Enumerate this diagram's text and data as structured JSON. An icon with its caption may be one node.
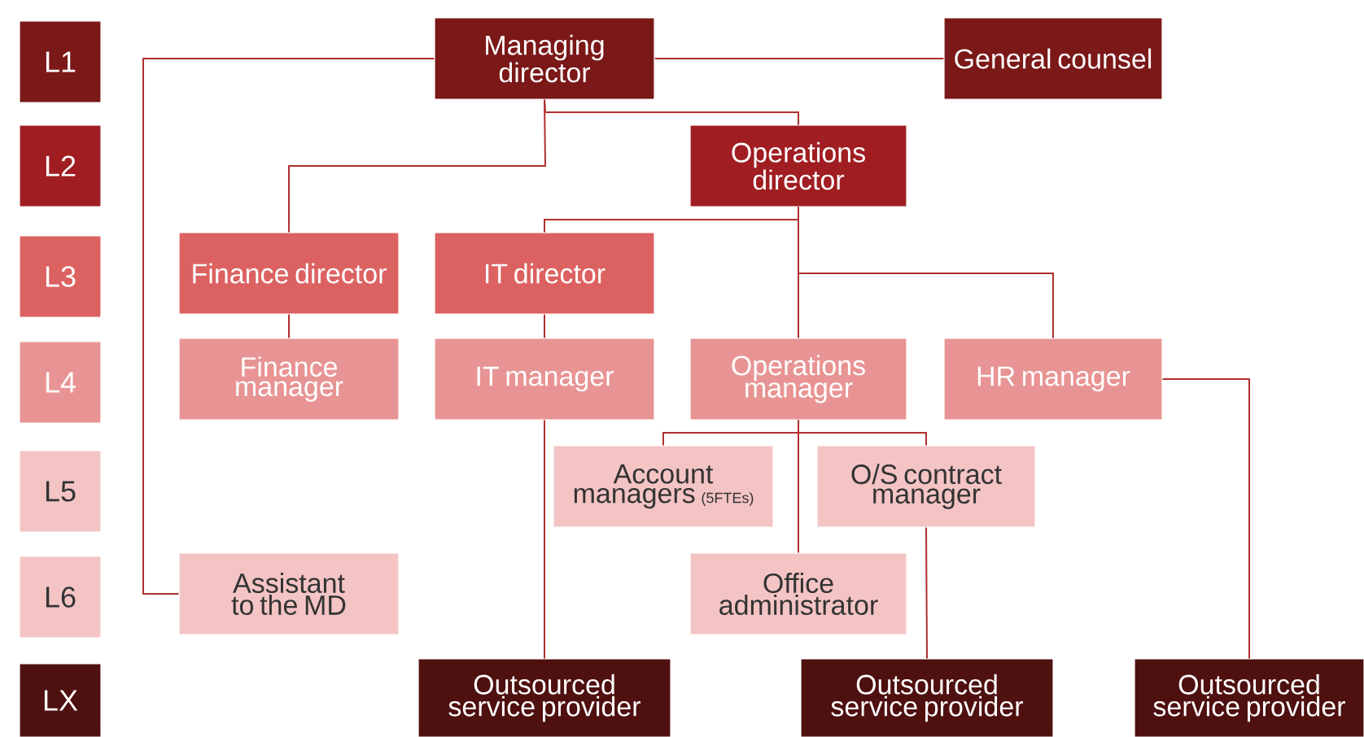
{
  "diagram": {
    "nodes": [
      {
        "text": [
          "L1"
        ]
      },
      {
        "text": [
          "Managing director"
        ]
      },
      {
        "text": [
          "General counsel"
        ]
      },
      {
        "text": [
          "L2"
        ]
      },
      {
        "text": [
          "Operations director"
        ]
      },
      {
        "text": [
          "L3"
        ]
      },
      {
        "text": [
          "Finance director"
        ]
      },
      {
        "text": [
          "IT director"
        ]
      },
      {
        "text": [
          "L4"
        ]
      },
      {
        "text": [
          "Finance manager"
        ]
      },
      {
        "text": [
          "IT manager"
        ]
      },
      {
        "text": [
          "Operations manager"
        ]
      },
      {
        "text": [
          "HR manager"
        ]
      },
      {
        "text": [
          "L5"
        ]
      },
      {
        "text": [
          "Account managers",
          "(5FTEs)"
        ]
      },
      {
        "text": [
          "O/S contract manager"
        ]
      },
      {
        "text": [
          "L6"
        ]
      },
      {
        "text": [
          "Assistant to the MD"
        ]
      },
      {
        "text": [
          "Office administrator"
        ]
      },
      {
        "text": [
          "LX"
        ]
      },
      {
        "text": [
          "Outsourced service provider"
        ]
      },
      {
        "text": [
          "Outsourced service provider"
        ]
      },
      {
        "text": [
          "Outsourced service provider"
        ]
      }
    ],
    "edges": [
      {
        "from": 1,
        "to": 2,
        "arrow": "none"
      },
      {
        "from": 1,
        "to": 4,
        "arrow": "none"
      },
      {
        "from": 1,
        "to": 6,
        "arrow": "none"
      },
      {
        "from": 1,
        "to": 17,
        "arrow": "none"
      },
      {
        "from": 4,
        "to": 7,
        "arrow": "none"
      },
      {
        "from": 4,
        "to": 11,
        "arrow": "none"
      },
      {
        "from": 4,
        "to": 12,
        "arrow": "none"
      },
      {
        "from": 6,
        "to": 9,
        "arrow": "none"
      },
      {
        "from": 7,
        "to": 10,
        "arrow": "none"
      },
      {
        "from": 11,
        "to": 14,
        "arrow": "none"
      },
      {
        "from": 11,
        "to": 15,
        "arrow": "none"
      },
      {
        "from": 11,
        "to": 18,
        "arrow": "none"
      },
      {
        "from": 10,
        "to": 20,
        "arrow": "none"
      },
      {
        "from": 15,
        "to": 21,
        "arrow": "none"
      },
      {
        "from": 12,
        "to": 22,
        "arrow": "none"
      }
    ]
  }
}
